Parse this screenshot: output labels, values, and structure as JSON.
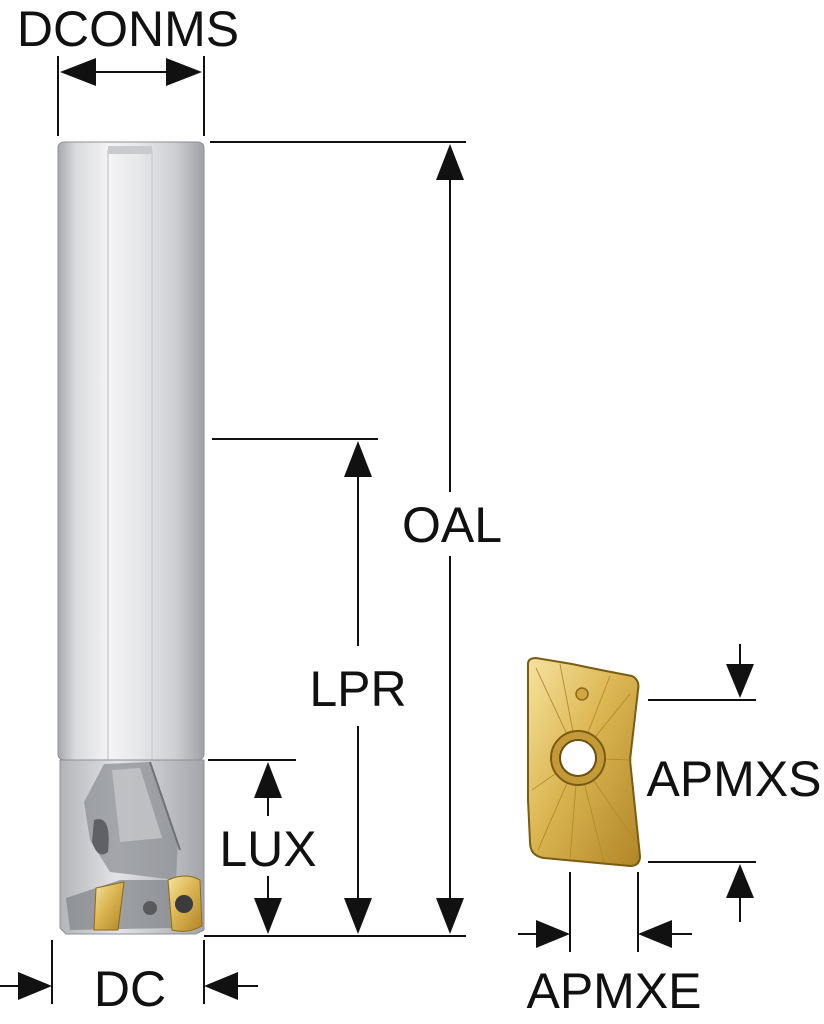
{
  "labels": {
    "dconms": "DCONMS",
    "oal": "OAL",
    "lpr": "LPR",
    "lux": "LUX",
    "dc": "DC",
    "apmxs": "APMXS",
    "apmxe": "APMXE"
  },
  "colors": {
    "line": "#111111",
    "shank_light": "#f0f0f2",
    "shank_mid": "#d6d7da",
    "shank_dark": "#9ea0a5",
    "insert_light": "#f2d98a",
    "insert_mid": "#d9b24c",
    "insert_dark": "#a9801f"
  },
  "icons": {
    "tool": "milling-tool-icon",
    "insert": "carbide-insert-icon"
  }
}
